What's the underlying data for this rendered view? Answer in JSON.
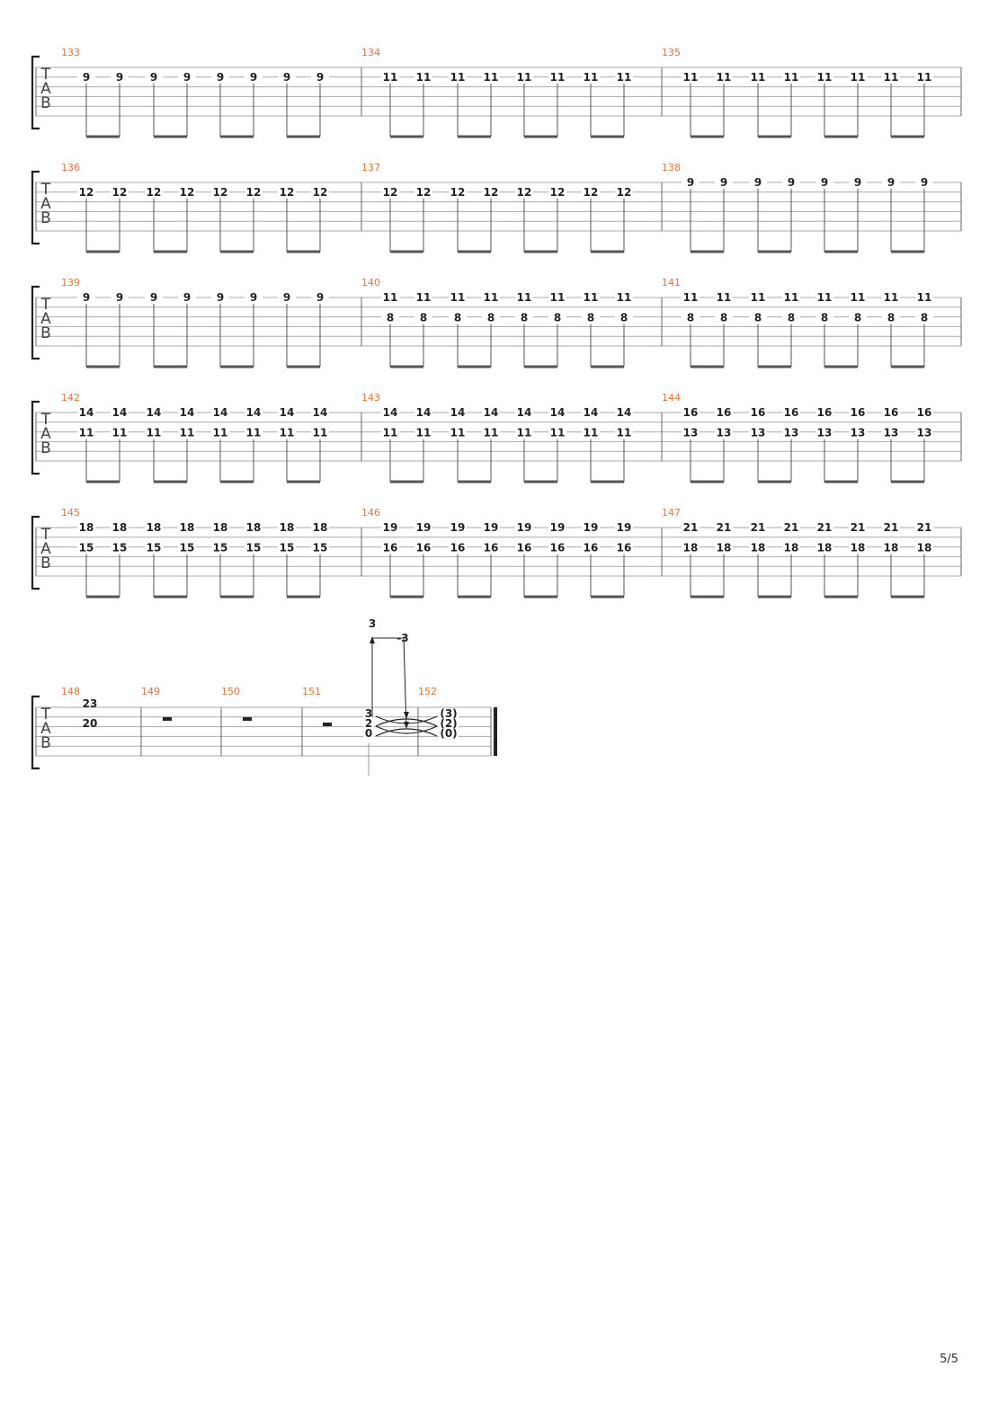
{
  "page": {
    "number": "5/5"
  },
  "clef": [
    "T",
    "A",
    "B"
  ],
  "systems": [
    {
      "measures": [
        {
          "number": "133",
          "notes": [
            {
              "string": 1,
              "fret": "9"
            },
            {
              "string": 1,
              "fret": "9"
            },
            {
              "string": 1,
              "fret": "9"
            },
            {
              "string": 1,
              "fret": "9"
            },
            {
              "string": 1,
              "fret": "9"
            },
            {
              "string": 1,
              "fret": "9"
            },
            {
              "string": 1,
              "fret": "9"
            },
            {
              "string": 1,
              "fret": "9"
            }
          ]
        },
        {
          "number": "134",
          "notes": [
            {
              "string": 1,
              "fret": "11"
            },
            {
              "string": 1,
              "fret": "11"
            },
            {
              "string": 1,
              "fret": "11"
            },
            {
              "string": 1,
              "fret": "11"
            },
            {
              "string": 1,
              "fret": "11"
            },
            {
              "string": 1,
              "fret": "11"
            },
            {
              "string": 1,
              "fret": "11"
            },
            {
              "string": 1,
              "fret": "11"
            }
          ]
        },
        {
          "number": "135",
          "notes": [
            {
              "string": 1,
              "fret": "11"
            },
            {
              "string": 1,
              "fret": "11"
            },
            {
              "string": 1,
              "fret": "11"
            },
            {
              "string": 1,
              "fret": "11"
            },
            {
              "string": 1,
              "fret": "11"
            },
            {
              "string": 1,
              "fret": "11"
            },
            {
              "string": 1,
              "fret": "11"
            },
            {
              "string": 1,
              "fret": "11"
            }
          ]
        }
      ]
    },
    {
      "measures": [
        {
          "number": "136",
          "notes": [
            {
              "string": 1,
              "fret": "12"
            },
            {
              "string": 1,
              "fret": "12"
            },
            {
              "string": 1,
              "fret": "12"
            },
            {
              "string": 1,
              "fret": "12"
            },
            {
              "string": 1,
              "fret": "12"
            },
            {
              "string": 1,
              "fret": "12"
            },
            {
              "string": 1,
              "fret": "12"
            },
            {
              "string": 1,
              "fret": "12"
            }
          ]
        },
        {
          "number": "137",
          "notes": [
            {
              "string": 1,
              "fret": "12"
            },
            {
              "string": 1,
              "fret": "12"
            },
            {
              "string": 1,
              "fret": "12"
            },
            {
              "string": 1,
              "fret": "12"
            },
            {
              "string": 1,
              "fret": "12"
            },
            {
              "string": 1,
              "fret": "12"
            },
            {
              "string": 1,
              "fret": "12"
            },
            {
              "string": 1,
              "fret": "12"
            }
          ]
        },
        {
          "number": "138",
          "notes": [
            {
              "string": 0,
              "fret": "9"
            },
            {
              "string": 0,
              "fret": "9"
            },
            {
              "string": 0,
              "fret": "9"
            },
            {
              "string": 0,
              "fret": "9"
            },
            {
              "string": 0,
              "fret": "9"
            },
            {
              "string": 0,
              "fret": "9"
            },
            {
              "string": 0,
              "fret": "9"
            },
            {
              "string": 0,
              "fret": "9"
            }
          ]
        }
      ]
    },
    {
      "measures": [
        {
          "number": "139",
          "notes": [
            {
              "string": 0,
              "fret": "9"
            },
            {
              "string": 0,
              "fret": "9"
            },
            {
              "string": 0,
              "fret": "9"
            },
            {
              "string": 0,
              "fret": "9"
            },
            {
              "string": 0,
              "fret": "9"
            },
            {
              "string": 0,
              "fret": "9"
            },
            {
              "string": 0,
              "fret": "9"
            },
            {
              "string": 0,
              "fret": "9"
            }
          ]
        },
        {
          "number": "140",
          "notes": [
            {
              "string": 0,
              "fret": "11",
              "low": "8"
            },
            {
              "string": 0,
              "fret": "11",
              "low": "8"
            },
            {
              "string": 0,
              "fret": "11",
              "low": "8"
            },
            {
              "string": 0,
              "fret": "11",
              "low": "8"
            },
            {
              "string": 0,
              "fret": "11",
              "low": "8"
            },
            {
              "string": 0,
              "fret": "11",
              "low": "8"
            },
            {
              "string": 0,
              "fret": "11",
              "low": "8"
            },
            {
              "string": 0,
              "fret": "11",
              "low": "8"
            }
          ]
        },
        {
          "number": "141",
          "notes": [
            {
              "string": 0,
              "fret": "11",
              "low": "8"
            },
            {
              "string": 0,
              "fret": "11",
              "low": "8"
            },
            {
              "string": 0,
              "fret": "11",
              "low": "8"
            },
            {
              "string": 0,
              "fret": "11",
              "low": "8"
            },
            {
              "string": 0,
              "fret": "11",
              "low": "8"
            },
            {
              "string": 0,
              "fret": "11",
              "low": "8"
            },
            {
              "string": 0,
              "fret": "11",
              "low": "8"
            },
            {
              "string": 0,
              "fret": "11",
              "low": "8"
            }
          ]
        }
      ]
    },
    {
      "measures": [
        {
          "number": "142",
          "notes": [
            {
              "string": 0,
              "fret": "14",
              "low": "11"
            },
            {
              "string": 0,
              "fret": "14",
              "low": "11"
            },
            {
              "string": 0,
              "fret": "14",
              "low": "11"
            },
            {
              "string": 0,
              "fret": "14",
              "low": "11"
            },
            {
              "string": 0,
              "fret": "14",
              "low": "11"
            },
            {
              "string": 0,
              "fret": "14",
              "low": "11"
            },
            {
              "string": 0,
              "fret": "14",
              "low": "11"
            },
            {
              "string": 0,
              "fret": "14",
              "low": "11"
            }
          ]
        },
        {
          "number": "143",
          "notes": [
            {
              "string": 0,
              "fret": "14",
              "low": "11"
            },
            {
              "string": 0,
              "fret": "14",
              "low": "11"
            },
            {
              "string": 0,
              "fret": "14",
              "low": "11"
            },
            {
              "string": 0,
              "fret": "14",
              "low": "11"
            },
            {
              "string": 0,
              "fret": "14",
              "low": "11"
            },
            {
              "string": 0,
              "fret": "14",
              "low": "11"
            },
            {
              "string": 0,
              "fret": "14",
              "low": "11"
            },
            {
              "string": 0,
              "fret": "14",
              "low": "11"
            }
          ]
        },
        {
          "number": "144",
          "notes": [
            {
              "string": 0,
              "fret": "16",
              "low": "13"
            },
            {
              "string": 0,
              "fret": "16",
              "low": "13"
            },
            {
              "string": 0,
              "fret": "16",
              "low": "13"
            },
            {
              "string": 0,
              "fret": "16",
              "low": "13"
            },
            {
              "string": 0,
              "fret": "16",
              "low": "13"
            },
            {
              "string": 0,
              "fret": "16",
              "low": "13"
            },
            {
              "string": 0,
              "fret": "16",
              "low": "13"
            },
            {
              "string": 0,
              "fret": "16",
              "low": "13"
            }
          ]
        }
      ]
    },
    {
      "measures": [
        {
          "number": "145",
          "notes": [
            {
              "string": 0,
              "fret": "18",
              "low": "15"
            },
            {
              "string": 0,
              "fret": "18",
              "low": "15"
            },
            {
              "string": 0,
              "fret": "18",
              "low": "15"
            },
            {
              "string": 0,
              "fret": "18",
              "low": "15"
            },
            {
              "string": 0,
              "fret": "18",
              "low": "15"
            },
            {
              "string": 0,
              "fret": "18",
              "low": "15"
            },
            {
              "string": 0,
              "fret": "18",
              "low": "15"
            },
            {
              "string": 0,
              "fret": "18",
              "low": "15"
            }
          ]
        },
        {
          "number": "146",
          "notes": [
            {
              "string": 0,
              "fret": "19",
              "low": "16"
            },
            {
              "string": 0,
              "fret": "19",
              "low": "16"
            },
            {
              "string": 0,
              "fret": "19",
              "low": "16"
            },
            {
              "string": 0,
              "fret": "19",
              "low": "16"
            },
            {
              "string": 0,
              "fret": "19",
              "low": "16"
            },
            {
              "string": 0,
              "fret": "19",
              "low": "16"
            },
            {
              "string": 0,
              "fret": "19",
              "low": "16"
            },
            {
              "string": 0,
              "fret": "19",
              "low": "16"
            }
          ]
        },
        {
          "number": "147",
          "notes": [
            {
              "string": 0,
              "fret": "21",
              "low": "18"
            },
            {
              "string": 0,
              "fret": "21",
              "low": "18"
            },
            {
              "string": 0,
              "fret": "21",
              "low": "18"
            },
            {
              "string": 0,
              "fret": "21",
              "low": "18"
            },
            {
              "string": 0,
              "fret": "21",
              "low": "18"
            },
            {
              "string": 0,
              "fret": "21",
              "low": "18"
            },
            {
              "string": 0,
              "fret": "21",
              "low": "18"
            },
            {
              "string": 0,
              "fret": "21",
              "low": "18"
            }
          ]
        }
      ]
    }
  ],
  "final_system": {
    "measures": [
      "148",
      "149",
      "150",
      "151",
      "152"
    ],
    "m148_chord": [
      "23",
      "20"
    ],
    "m151_chord": [
      "3",
      "2",
      "0"
    ],
    "m152_ties": [
      "(3)",
      "(2)",
      "(0)"
    ],
    "whammy": {
      "peak": "3",
      "dip": "-3"
    }
  }
}
